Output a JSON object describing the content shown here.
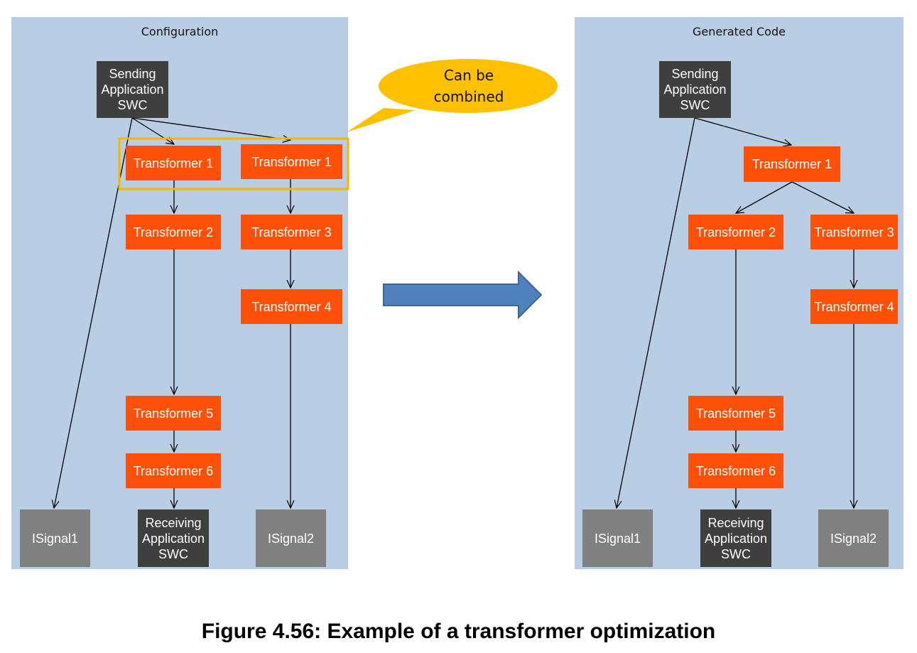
{
  "left_panel": {
    "title": "Configuration",
    "sending": "Sending\nApplication\nSWC",
    "t1a": "Transformer 1",
    "t1b": "Transformer 1",
    "t2": "Transformer 2",
    "t3": "Transformer 3",
    "t4": "Transformer 4",
    "t5": "Transformer 5",
    "t6": "Transformer 6",
    "isignal1": "ISignal1",
    "receiving": "Receiving\nApplication\nSWC",
    "isignal2": "ISignal2"
  },
  "right_panel": {
    "title": "Generated Code",
    "sending": "Sending\nApplication\nSWC",
    "t1": "Transformer 1",
    "t2": "Transformer 2",
    "t3": "Transformer 3",
    "t4": "Transformer 4",
    "t5": "Transformer 5",
    "t6": "Transformer 6",
    "isignal1": "ISignal1",
    "receiving": "Receiving\nApplication\nSWC",
    "isignal2": "ISignal2"
  },
  "callout": {
    "text": "Can be\ncombined"
  },
  "caption": "Figure 4.56: Example of a transformer optimization",
  "colors": {
    "panel": "#b9cde5",
    "transformer": "#fe5009",
    "swc": "#3f3f3f",
    "isignal": "#808080",
    "highlight": "#f5b800",
    "callout": "#ffc000",
    "big_arrow": "#4f81bd"
  }
}
